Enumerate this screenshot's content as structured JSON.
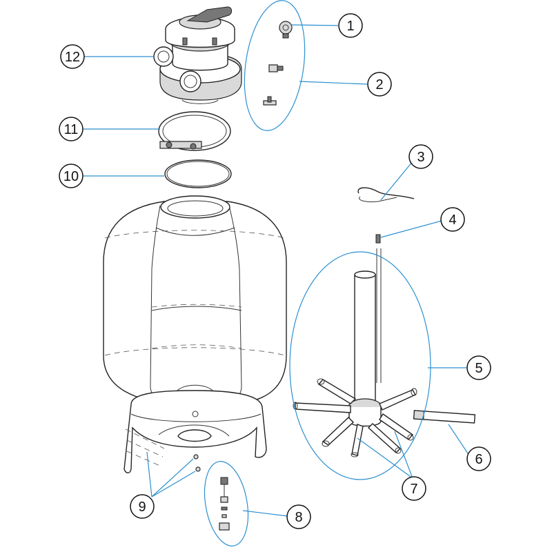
{
  "callouts": {
    "c1": "1",
    "c2": "2",
    "c3": "3",
    "c4": "4",
    "c5": "5",
    "c6": "6",
    "c7": "7",
    "c8": "8",
    "c9": "9",
    "c10": "10",
    "c11": "11",
    "c12": "12"
  },
  "colors": {
    "leader_line": "#2a8fd0",
    "outline": "#222222"
  }
}
